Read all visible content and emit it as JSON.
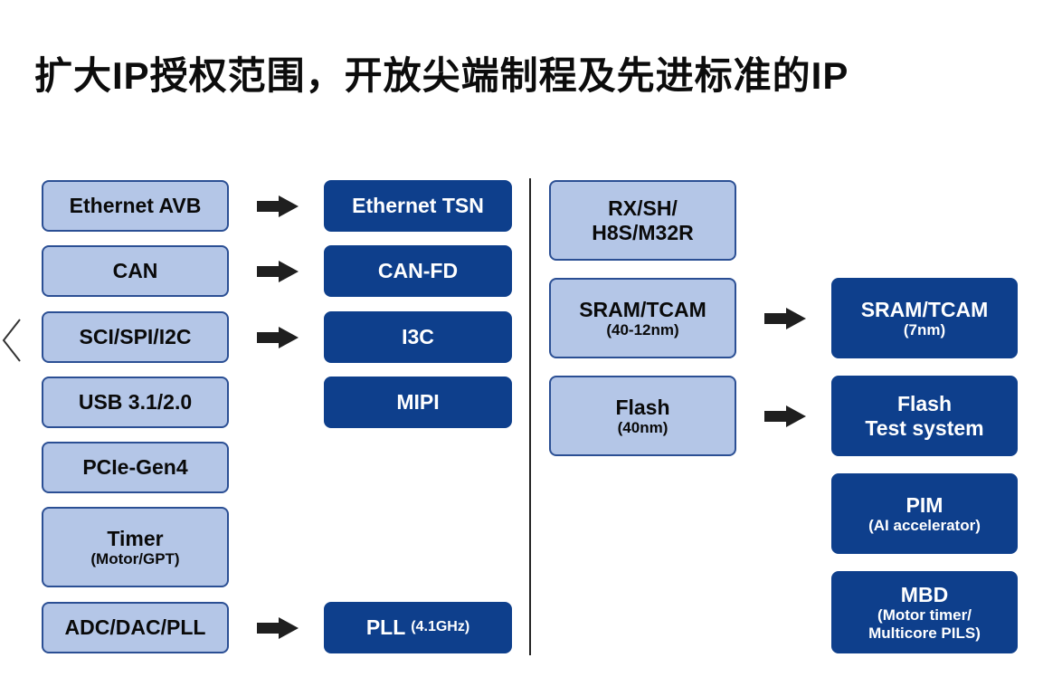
{
  "title": "扩大IP授权范围，开放尖端制程及先进标准的IP",
  "left_current": [
    {
      "main": "Ethernet AVB"
    },
    {
      "main": "CAN"
    },
    {
      "main": "SCI/SPI/I2C"
    },
    {
      "main": "USB 3.1/2.0"
    },
    {
      "main": "PCIe-Gen4"
    },
    {
      "main": "Timer",
      "sub": "(Motor/GPT)"
    },
    {
      "main": "ADC/DAC/PLL"
    }
  ],
  "left_new": [
    {
      "main": "Ethernet TSN"
    },
    {
      "main": "CAN-FD"
    },
    {
      "main": "I3C"
    },
    {
      "main": "MIPI"
    },
    {
      "main": "PLL",
      "inline": "(4.1GHz)"
    }
  ],
  "right_current": [
    {
      "main": "RX/SH/",
      "main2": "H8S/M32R"
    },
    {
      "main": "SRAM/TCAM",
      "sub": "(40-12nm)"
    },
    {
      "main": "Flash",
      "sub": "(40nm)"
    }
  ],
  "right_new": [
    {
      "main": "SRAM/TCAM",
      "sub": "(7nm)"
    },
    {
      "main": "Flash",
      "main2": "Test system"
    },
    {
      "main": "PIM",
      "sub": "(AI accelerator)"
    },
    {
      "main": "MBD",
      "sub": "(Motor timer/",
      "sub2": "Multicore PILS)"
    }
  ],
  "colors": {
    "light_fill": "#b4c6e7",
    "light_border": "#2b4f94",
    "dark_fill": "#0e3f8c",
    "arrow": "#1f1f1f"
  },
  "icons": {
    "arrow": "right-arrow-icon",
    "nav": "chevron-left-icon"
  }
}
